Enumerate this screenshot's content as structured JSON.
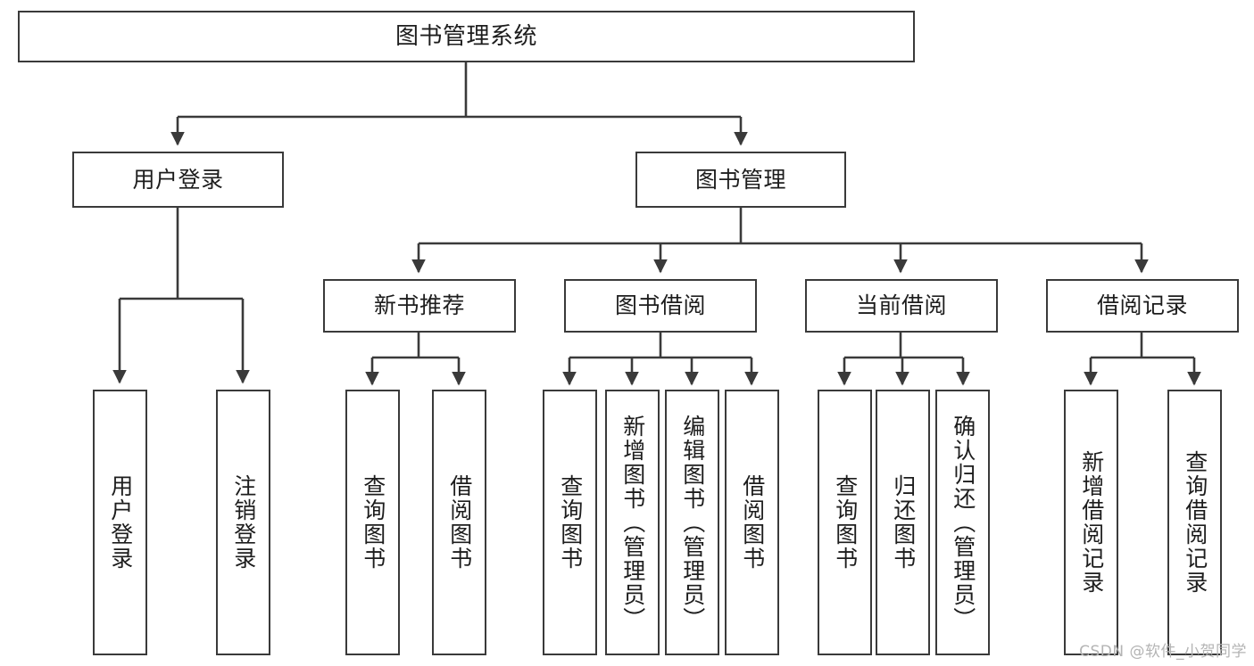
{
  "diagram": {
    "title": "图书管理系统",
    "watermark": "CSDN @软件_小贺同学",
    "colors": {
      "stroke": "#3a3a3a",
      "fill": "#ffffff",
      "text": "#1d1d1d",
      "watermark": "#b4b4b4"
    },
    "levels": {
      "root": {
        "label": "图书管理系统"
      },
      "level2": [
        {
          "label": "用户登录"
        },
        {
          "label": "图书管理"
        }
      ],
      "level3": [
        {
          "label": "新书推荐"
        },
        {
          "label": "图书借阅"
        },
        {
          "label": "当前借阅"
        },
        {
          "label": "借阅记录"
        }
      ],
      "leaves": {
        "user_login": [
          {
            "label": "用户登录"
          },
          {
            "label": "注销登录"
          }
        ],
        "new_book": [
          {
            "label": "查询图书"
          },
          {
            "label": "借阅图书"
          }
        ],
        "book_borrow": [
          {
            "label": "查询图书"
          },
          {
            "label": "新增图书（管理员）"
          },
          {
            "label": "编辑图书（管理员）"
          },
          {
            "label": "借阅图书"
          }
        ],
        "current_borrow": [
          {
            "label": "查询图书"
          },
          {
            "label": "归还图书"
          },
          {
            "label": "确认归还（管理员）"
          }
        ],
        "borrow_record": [
          {
            "label": "新增借阅记录"
          },
          {
            "label": "查询借阅记录"
          }
        ]
      }
    }
  }
}
